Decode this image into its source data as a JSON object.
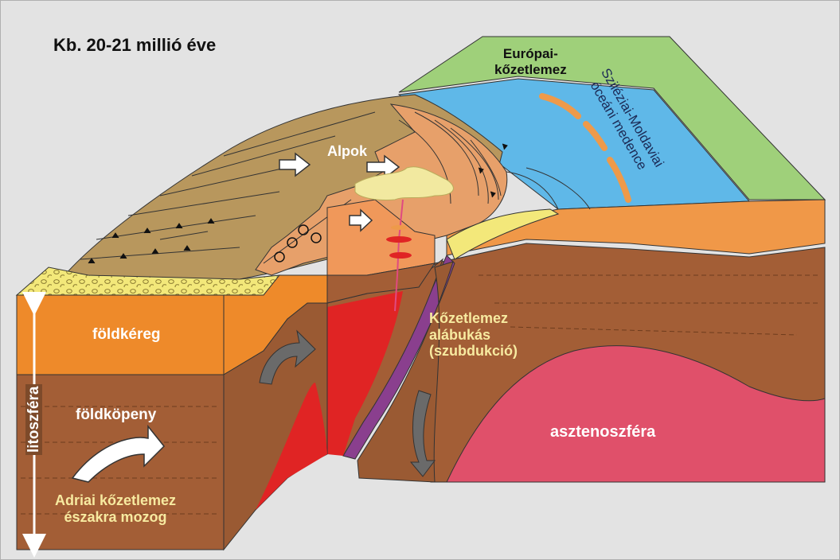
{
  "title": "Kb. 20-21 millió éve",
  "labels": {
    "european_plate_line1": "Európai-",
    "european_plate_line2": "kőzetlemez",
    "ocean_line1": "Sziléziai-Moldaviai",
    "ocean_line2": "óceáni medence",
    "alps": "Alpok",
    "crust": "földkéreg",
    "mantle": "földköpeny",
    "lithosphere": "litoszféra",
    "adriatic_line1": "Adriai kőzetlemez",
    "adriatic_line2": "északra mozog",
    "subduction_line1": "Kőzetlemez",
    "subduction_line2": "alábukás",
    "subduction_line3": "(szubdukció)",
    "asthenosphere": "asztenoszféra"
  },
  "colors": {
    "background": "#e3e3e3",
    "european_plate": "#9fd07a",
    "ocean": "#5fb8e8",
    "alps_cover": "#b8975d",
    "alps_inner": "#e7a06a",
    "crust": "#ee8a2a",
    "sediment": "#f3e87a",
    "lithospheric_mantle": "#a35e36",
    "asthenosphere": "#e0506a",
    "magma": "#e02424",
    "subduction_zone": "#8a3f8e"
  }
}
